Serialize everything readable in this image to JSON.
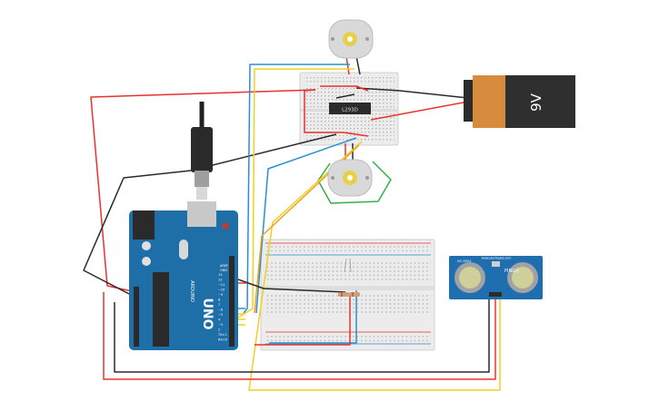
{
  "components": {
    "arduino": {
      "logo": "UNO",
      "brand": "ARDUINO",
      "aref": "AREF",
      "gnd": "GND",
      "pins": [
        "13",
        "12",
        "~11",
        "~10",
        "~9",
        "8",
        "7",
        "~6",
        "~5",
        "4",
        "~3",
        "2",
        "TX>1",
        "RX<0"
      ]
    },
    "driver_ic": {
      "label": "L293D"
    },
    "battery": {
      "label": "9V"
    },
    "sensor": {
      "model": "HC-SR04",
      "brand": "www.elecfreaks.com",
      "title": "PING))"
    }
  },
  "colors": {
    "red": "#e8322f",
    "black": "#2a2a2a",
    "blue": "#2a8fd0",
    "yellow": "#f0d020",
    "green": "#2fb24a",
    "arduino": "#1e6fa8",
    "battery": "#d68c3c",
    "sensor": "#1f6fb0"
  }
}
